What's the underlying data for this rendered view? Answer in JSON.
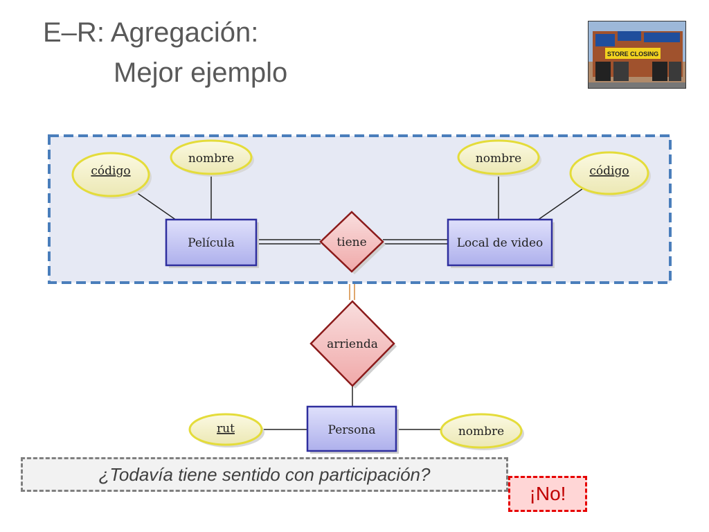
{
  "slide": {
    "title_line1": "E–R: Agregación:",
    "title_line2": "Mejor ejemplo"
  },
  "photo": {
    "sign_text": "STORE CLOSING"
  },
  "diagram": {
    "entities": {
      "pelicula": "Película",
      "local": "Local de video",
      "persona": "Persona"
    },
    "relationships": {
      "tiene": "tiene",
      "arrienda": "arrienda"
    },
    "attributes": {
      "pelicula_codigo": "código",
      "pelicula_nombre": "nombre",
      "local_nombre": "nombre",
      "local_codigo": "código",
      "persona_rut": "rut",
      "persona_nombre": "nombre"
    },
    "colors": {
      "aggregation_border": "#4a7ebb",
      "aggregation_fill": "#e6e9f4",
      "entity_fill": "#c8caf2",
      "entity_border": "#2e2e9e",
      "relationship_fill": "#f4c6c6",
      "relationship_border": "#8b1a1a",
      "attribute_fill": "#f7f4c8",
      "attribute_border": "#e4dc3a"
    }
  },
  "question": {
    "text": "¿Todavía tiene sentido con participación?"
  },
  "answer": {
    "text": "¡No!"
  }
}
